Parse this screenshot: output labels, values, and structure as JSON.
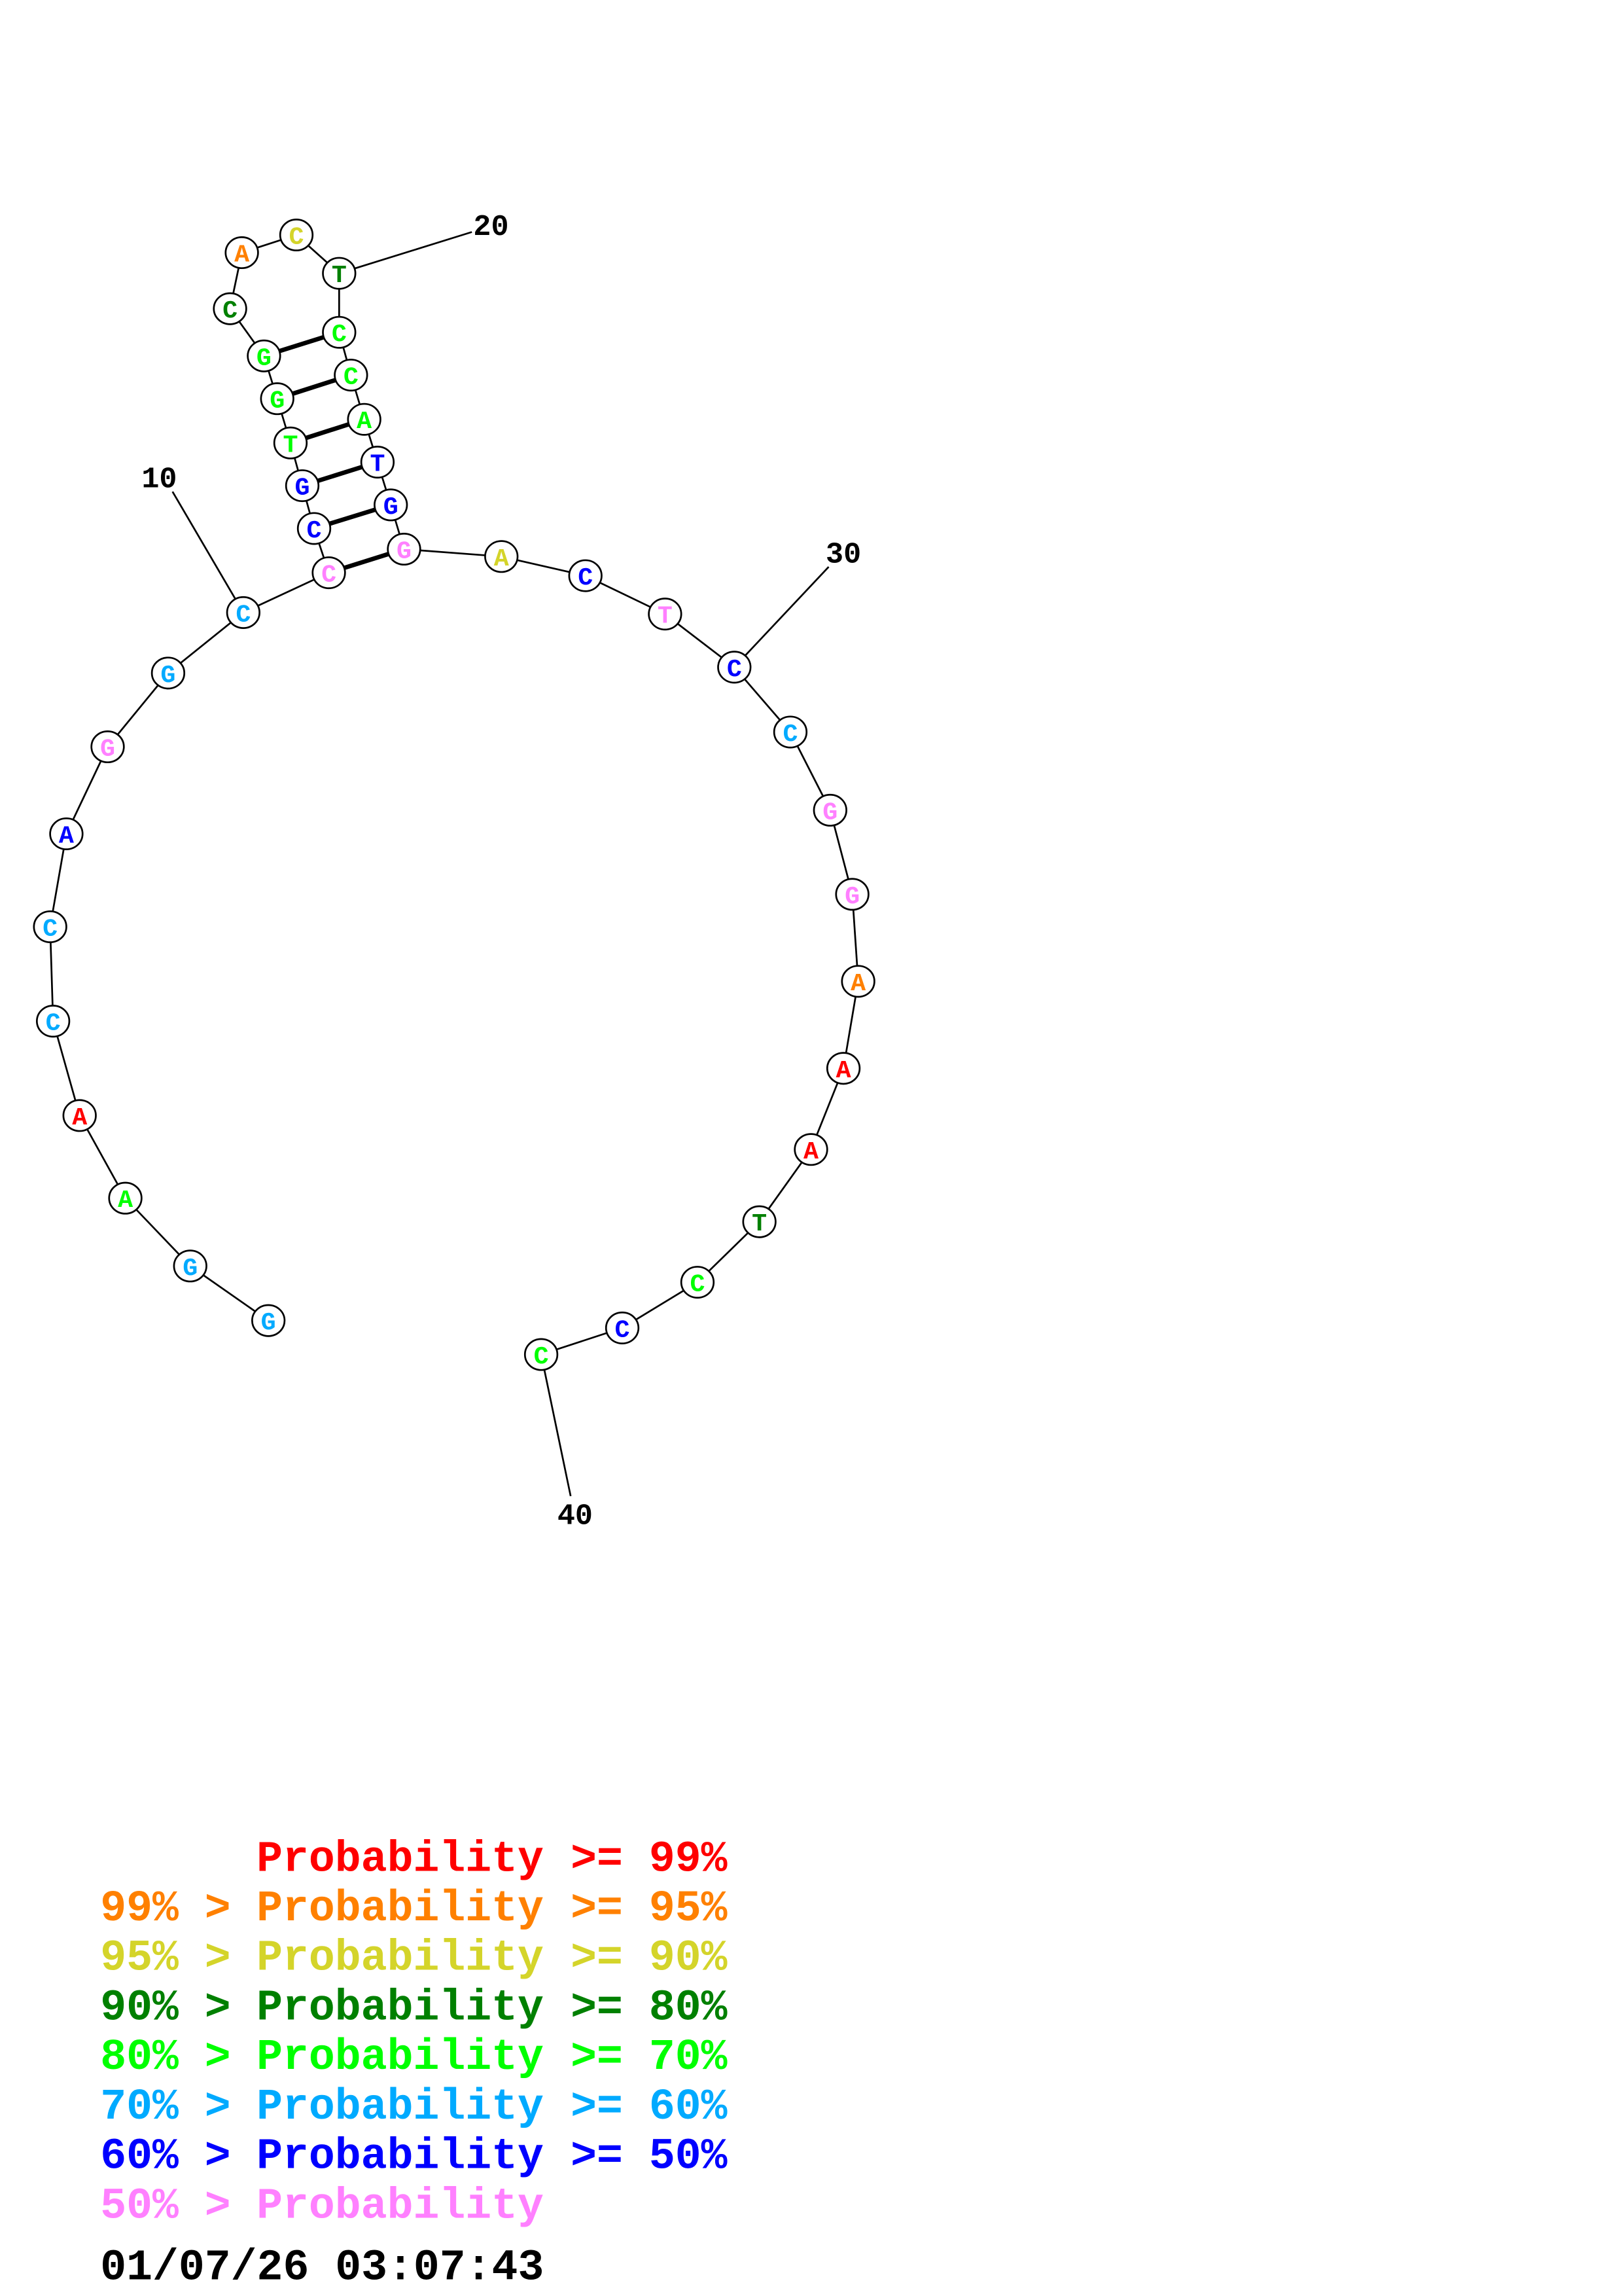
{
  "diagram": {
    "type": "rna-secondary-structure",
    "sequence": [
      "G",
      "G",
      "A",
      "A",
      "C",
      "C",
      "A",
      "G",
      "G",
      "C",
      "C",
      "C",
      "G",
      "T",
      "G",
      "G",
      "C",
      "A",
      "C",
      "T",
      "C",
      "C",
      "A",
      "T",
      "G",
      "G",
      "A",
      "C",
      "T",
      "C",
      "C",
      "G",
      "G",
      "A",
      "A",
      "A",
      "T",
      "C",
      "C",
      "C"
    ],
    "probability_class": [
      5,
      5,
      4,
      0,
      5,
      5,
      6,
      7,
      5,
      5,
      7,
      6,
      6,
      4,
      4,
      4,
      3,
      1,
      2,
      3,
      4,
      4,
      4,
      6,
      6,
      7,
      2,
      6,
      7,
      6,
      5,
      7,
      7,
      1,
      0,
      0,
      3,
      4,
      6,
      4
    ],
    "base_pairs": [
      [
        11,
        26
      ],
      [
        12,
        25
      ],
      [
        13,
        24
      ],
      [
        14,
        23
      ],
      [
        15,
        22
      ],
      [
        16,
        21
      ]
    ],
    "position_labels": [
      "10",
      "20",
      "30",
      "40"
    ]
  },
  "colors": [
    "#ff0000",
    "#ff8000",
    "#d4d42a",
    "#008000",
    "#00ff00",
    "#00aaff",
    "#0000ff",
    "#ff80ff"
  ],
  "legend": {
    "rows": [
      {
        "prefix": "",
        "label": "Probability",
        "suffix": ">= 99%"
      },
      {
        "prefix": "99% >",
        "label": "Probability",
        "suffix": ">= 95%"
      },
      {
        "prefix": "95% >",
        "label": "Probability",
        "suffix": ">= 90%"
      },
      {
        "prefix": "90% >",
        "label": "Probability",
        "suffix": ">= 80%"
      },
      {
        "prefix": "80% >",
        "label": "Probability",
        "suffix": ">= 70%"
      },
      {
        "prefix": "70% >",
        "label": "Probability",
        "suffix": ">= 60%"
      },
      {
        "prefix": "60% >",
        "label": "Probability",
        "suffix": ">= 50%"
      },
      {
        "prefix": "50% >",
        "label": "Probability",
        "suffix": ""
      }
    ],
    "timestamp": "01/07/26 03:07:43"
  }
}
